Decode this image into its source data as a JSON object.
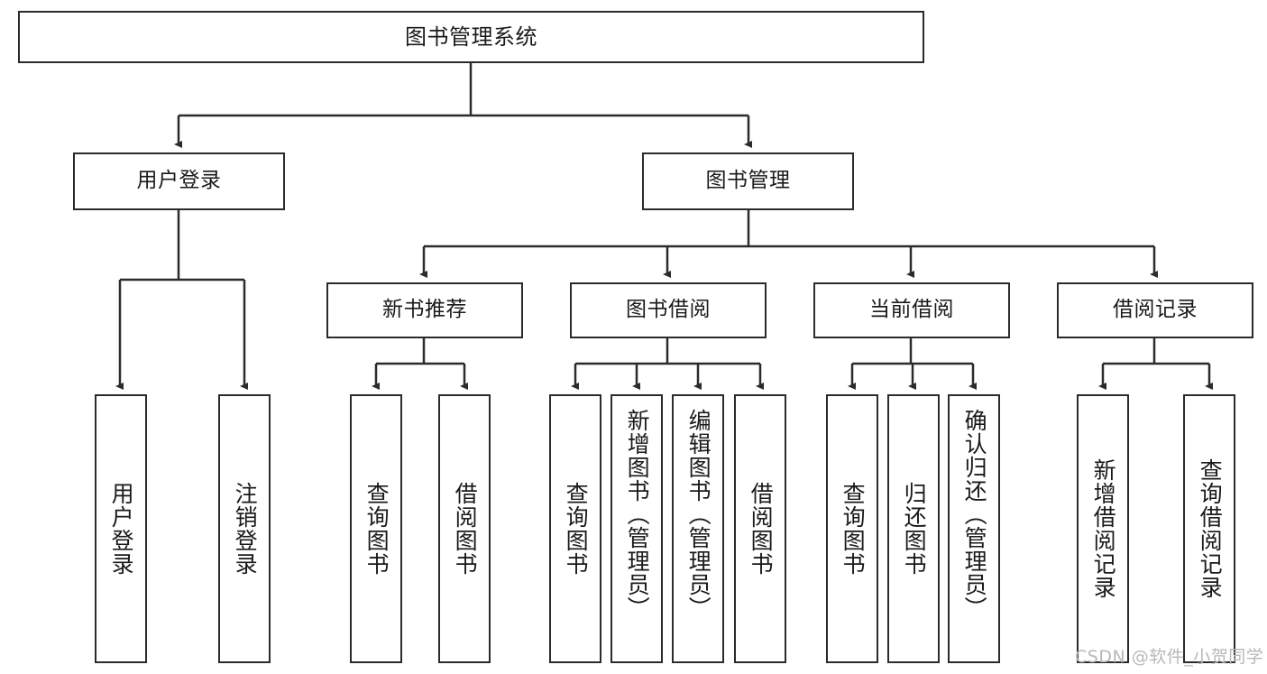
{
  "diagram": {
    "title": "图书管理系统",
    "type": "hierarchy-tree",
    "watermark": "CSDN @软件_小贺同学",
    "colors": {
      "stroke": "#2b2b2b",
      "fill": "#ffffff",
      "text": "#1a1a1a",
      "watermark": "#b8b8b8"
    },
    "levels": {
      "root": {
        "label": "图书管理系统"
      },
      "level2": [
        {
          "label": "用户登录"
        },
        {
          "label": "图书管理"
        }
      ],
      "level3": [
        {
          "label": "新书推荐"
        },
        {
          "label": "图书借阅"
        },
        {
          "label": "当前借阅"
        },
        {
          "label": "借阅记录"
        }
      ],
      "leaves": {
        "user_login": [
          {
            "label": "用户登录"
          },
          {
            "label": "注销登录"
          }
        ],
        "new_book": [
          {
            "label": "查询图书"
          },
          {
            "label": "借阅图书"
          }
        ],
        "book_borrow": [
          {
            "label": "查询图书"
          },
          {
            "label": "新增图书（管理员）"
          },
          {
            "label": "编辑图书（管理员）"
          },
          {
            "label": "借阅图书"
          }
        ],
        "current_borrow": [
          {
            "label": "查询图书"
          },
          {
            "label": "归还图书"
          },
          {
            "label": "确认归还（管理员）"
          }
        ],
        "borrow_record": [
          {
            "label": "新增借阅记录"
          },
          {
            "label": "查询借阅记录"
          }
        ]
      }
    }
  }
}
